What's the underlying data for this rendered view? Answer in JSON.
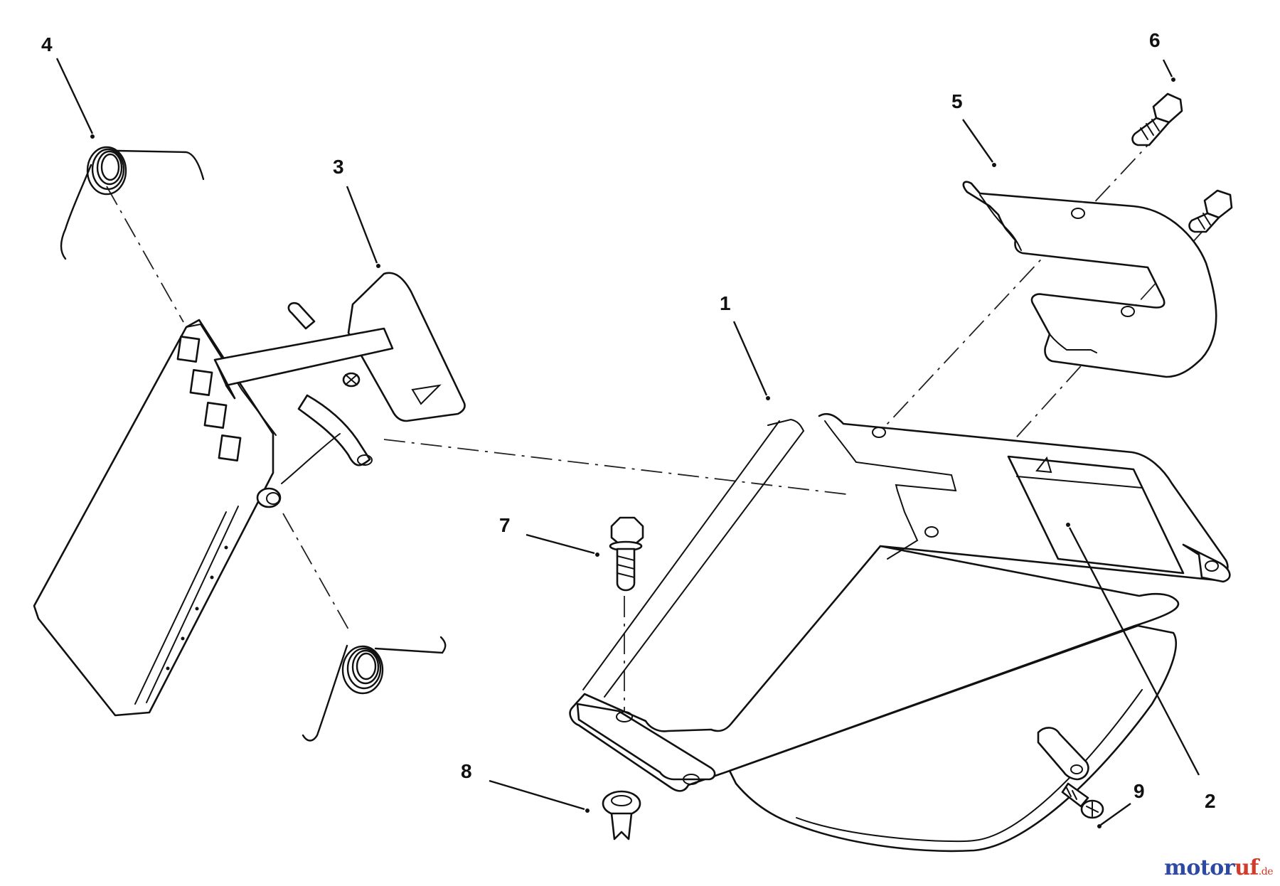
{
  "callouts": [
    {
      "id": "1",
      "label": "1"
    },
    {
      "id": "2",
      "label": "2"
    },
    {
      "id": "3",
      "label": "3"
    },
    {
      "id": "4",
      "label": "4"
    },
    {
      "id": "5",
      "label": "5"
    },
    {
      "id": "6",
      "label": "6"
    },
    {
      "id": "7",
      "label": "7"
    },
    {
      "id": "8",
      "label": "8"
    },
    {
      "id": "9",
      "label": "9"
    }
  ],
  "watermark": {
    "text_main": "motor",
    "text_accent": "uf",
    "text_tld": ".de",
    "colors": {
      "main": "#2e4aa0",
      "accent": "#d23b2a"
    }
  },
  "colors": {
    "lines": "#111111",
    "background": "#ffffff"
  }
}
